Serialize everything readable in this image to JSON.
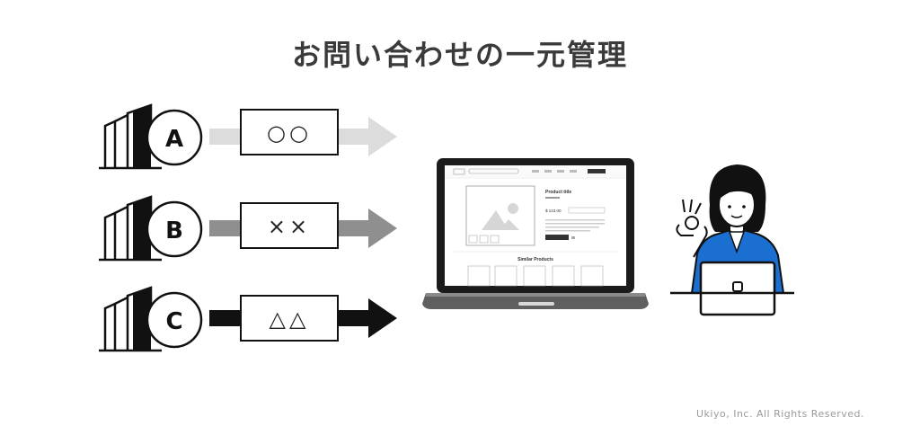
{
  "title": "お問い合わせの一元管理",
  "channels": [
    {
      "letter": "A",
      "symbol": "○○",
      "arrow_color": "#dcdcdc"
    },
    {
      "letter": "B",
      "symbol": "××",
      "arrow_color": "#8f8f8f"
    },
    {
      "letter": "C",
      "symbol": "△△",
      "arrow_color": "#111111"
    }
  ],
  "laptop_screen": {
    "product_title": "Product title",
    "price": "$ 123.00",
    "similar_products": "Similar Products"
  },
  "person": {
    "jacket_color": "#1a6fd1"
  },
  "copyright": "Ukiyo, Inc. All Rights Reserved."
}
